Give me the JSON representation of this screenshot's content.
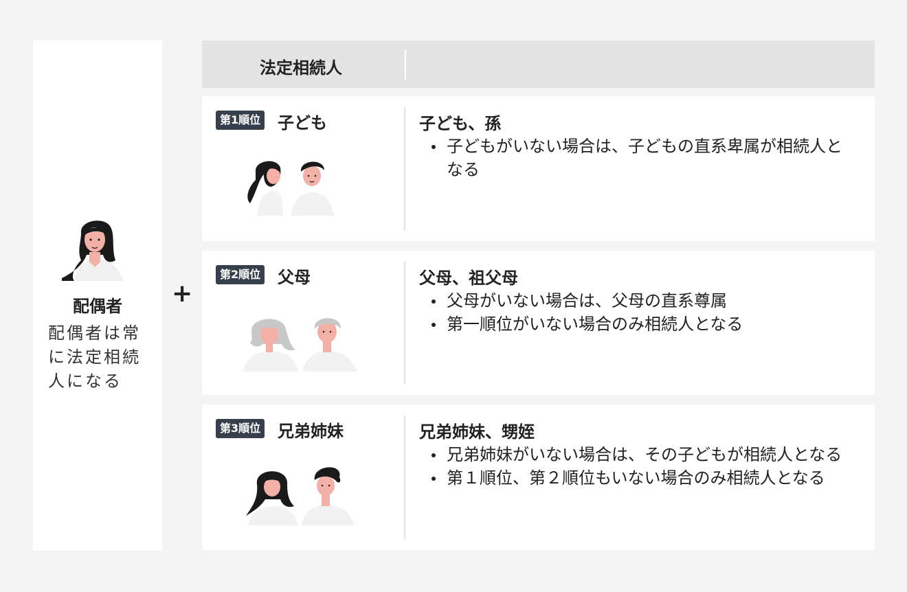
{
  "spouse": {
    "title": "配偶者",
    "description": "配偶者は常に法定相続人になる"
  },
  "plus": "+",
  "header": {
    "title": "法定相続人"
  },
  "ranks": [
    {
      "badge": "第1順位",
      "name": "子ども",
      "detail_title": "子ども、孫",
      "bullets": [
        "子どもがいない場合は、子どもの直系卑属が相続人となる"
      ]
    },
    {
      "badge": "第2順位",
      "name": "父母",
      "detail_title": "父母、祖父母",
      "bullets": [
        "父母がいない場合は、父母の直系尊属",
        "第一順位がいない場合のみ相続人となる"
      ]
    },
    {
      "badge": "第3順位",
      "name": "兄弟姉妹",
      "detail_title": "兄弟姉妹、甥姪",
      "bullets": [
        "兄弟姉妹がいない場合は、その子どもが相続人となる",
        "第１順位、第２順位もいない場合のみ相続人となる"
      ]
    }
  ],
  "colors": {
    "background": "#f4f4f4",
    "card": "#ffffff",
    "header_band": "#e4e4e4",
    "badge": "#35404c",
    "skin": "#f2b0a6",
    "hair_dark": "#1a1a1a",
    "hair_grey": "#c8c8c8"
  }
}
